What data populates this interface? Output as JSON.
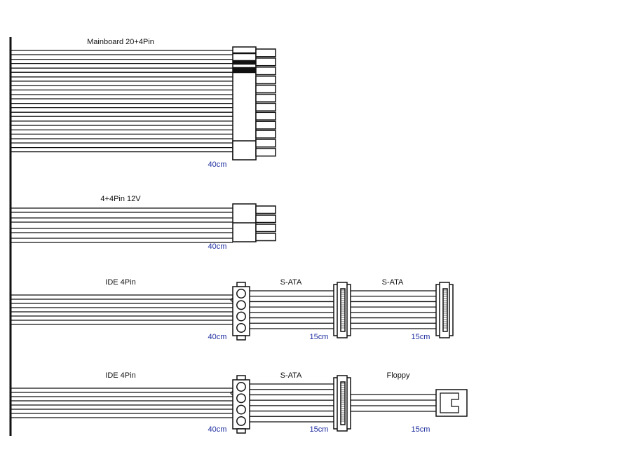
{
  "colors": {
    "wire": "#111111",
    "fill": "#ffffff",
    "length_text": "#1f2fa0"
  },
  "cables": [
    {
      "name": "mainboard",
      "label": "Mainboard 20+4Pin",
      "wire_count": 24,
      "segments": [
        {
          "length": "40cm",
          "connector": "atx-24pin",
          "connector_label": "Mainboard 20+4Pin"
        }
      ]
    },
    {
      "name": "cpu-12v",
      "label": "4+4Pin 12V",
      "wire_count": 8,
      "segments": [
        {
          "length": "40cm",
          "connector": "eps-8pin",
          "connector_label": "4+4Pin 12V"
        }
      ]
    },
    {
      "name": "peripheral-a",
      "wire_count": 8,
      "segments": [
        {
          "length": "40cm",
          "connector": "molex",
          "connector_label": "IDE 4Pin"
        },
        {
          "length": "15cm",
          "connector": "sata",
          "connector_label": "S-ATA"
        },
        {
          "length": "15cm",
          "connector": "sata",
          "connector_label": "S-ATA"
        }
      ]
    },
    {
      "name": "peripheral-b",
      "wire_count": 8,
      "segments": [
        {
          "length": "40cm",
          "connector": "molex",
          "connector_label": "IDE 4Pin"
        },
        {
          "length": "15cm",
          "connector": "sata",
          "connector_label": "S-ATA"
        },
        {
          "length": "15cm",
          "connector": "floppy",
          "connector_label": "Floppy"
        }
      ]
    }
  ]
}
